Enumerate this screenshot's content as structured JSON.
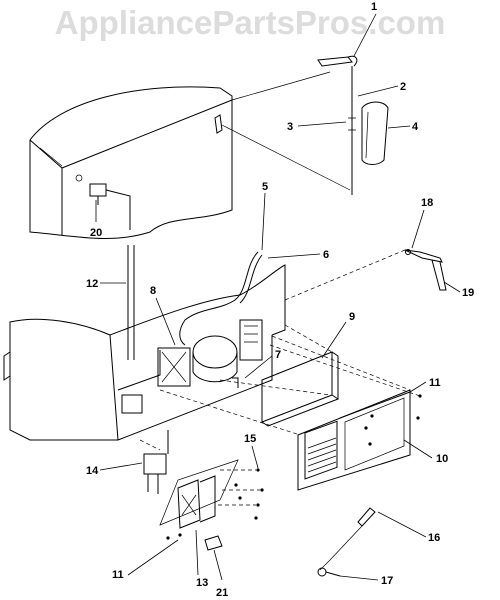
{
  "watermark": "AppliancePartsPros.com",
  "callouts": [
    {
      "id": "c1",
      "label": "1"
    },
    {
      "id": "c2",
      "label": "2"
    },
    {
      "id": "c3",
      "label": "3"
    },
    {
      "id": "c4",
      "label": "4"
    },
    {
      "id": "c5",
      "label": "5"
    },
    {
      "id": "c6",
      "label": "6"
    },
    {
      "id": "c7",
      "label": "7"
    },
    {
      "id": "c8",
      "label": "8"
    },
    {
      "id": "c9",
      "label": "9"
    },
    {
      "id": "c10",
      "label": "10"
    },
    {
      "id": "c11a",
      "label": "11"
    },
    {
      "id": "c11b",
      "label": "11"
    },
    {
      "id": "c12",
      "label": "12"
    },
    {
      "id": "c13",
      "label": "13"
    },
    {
      "id": "c14",
      "label": "14"
    },
    {
      "id": "c15",
      "label": "15"
    },
    {
      "id": "c16",
      "label": "16"
    },
    {
      "id": "c17",
      "label": "17"
    },
    {
      "id": "c18",
      "label": "18"
    },
    {
      "id": "c19",
      "label": "19"
    },
    {
      "id": "c20",
      "label": "20"
    },
    {
      "id": "c21",
      "label": "21"
    }
  ]
}
